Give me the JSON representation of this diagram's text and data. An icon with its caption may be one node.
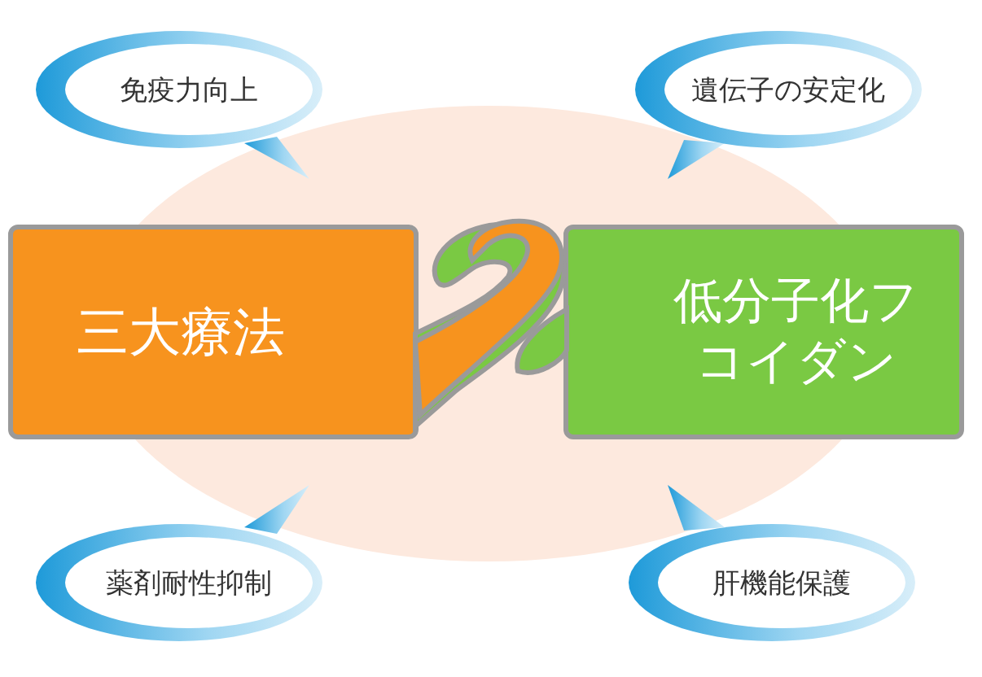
{
  "diagram": {
    "nodes": [
      {
        "text": [
          "三大療法"
        ]
      },
      {
        "text": [
          "低分子化フコイダン"
        ]
      },
      {
        "text": [
          "免疫力向上"
        ]
      },
      {
        "text": [
          "遺伝子の安定化"
        ]
      },
      {
        "text": [
          "薬剤耐性抑制"
        ]
      },
      {
        "text": [
          "肝機能保護"
        ]
      }
    ]
  }
}
